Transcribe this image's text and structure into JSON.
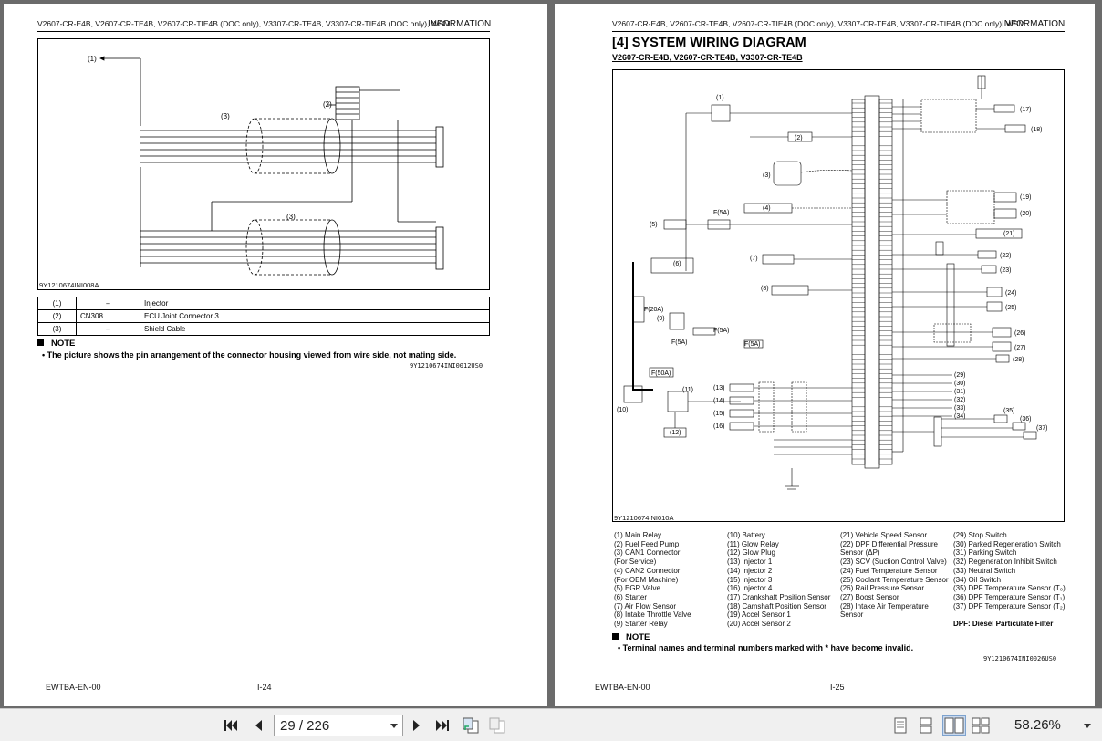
{
  "left_page": {
    "header": "V2607-CR-E4B, V2607-CR-TE4B, V2607-CR-TIE4B (DOC only), V3307-CR-TE4B, V3307-CR-TIE4B (DOC only), WSM",
    "section": "INFORMATION",
    "figure_code": "9Y1210674INI008A",
    "diagram_labels": {
      "l1": "(1)",
      "l2": "(2)",
      "l3a": "(3)",
      "l3b": "(3)"
    },
    "legend": [
      {
        "num": "(1)",
        "code": "–",
        "name": "Injector"
      },
      {
        "num": "(2)",
        "code": "CN308",
        "name": "ECU Joint Connector 3"
      },
      {
        "num": "(3)",
        "code": "–",
        "name": "Shield Cable"
      }
    ],
    "note_title": "NOTE",
    "note_text": "•  The picture shows the pin arrangement of the connector housing viewed from wire side, not mating side.",
    "ref_code": "9Y1210674INI0012US0",
    "footer_left": "EWTBA-EN-00",
    "footer_page": "I-24"
  },
  "right_page": {
    "header": "V2607-CR-E4B, V2607-CR-TE4B, V2607-CR-TIE4B (DOC only), V3307-CR-TE4B, V3307-CR-TIE4B (DOC only), WSM",
    "section": "INFORMATION",
    "title": "[4]  SYSTEM WIRING DIAGRAM",
    "subtitle": "V2607-CR-E4B, V2607-CR-TE4B, V3307-CR-TE4B",
    "figure_code": "9Y1210674INI010A",
    "parts_col1": [
      "(1)   Main Relay",
      "(2)   Fuel Feed Pump",
      "(3)   CAN1 Connector",
      "        (For Service)",
      "(4)   CAN2 Connector",
      "        (For OEM Machine)",
      "(5)   EGR Valve",
      "(6)   Starter",
      "(7)   Air Flow Sensor",
      "(8)   Intake Throttle Valve",
      "(9)   Starter Relay"
    ],
    "parts_col2": [
      "(10) Battery",
      "(11) Glow Relay",
      "(12) Glow Plug",
      "(13) Injector 1",
      "(14) Injector 2",
      "(15) Injector 3",
      "(16) Injector 4",
      "(17) Crankshaft Position Sensor",
      "(18) Camshaft Position Sensor",
      "(19) Accel Sensor 1",
      "(20) Accel Sensor 2"
    ],
    "parts_col3": [
      "(21) Vehicle Speed Sensor",
      "(22) DPF Differential Pressure",
      "        Sensor (ΔP)",
      "(23) SCV (Suction Control Valve)",
      "(24) Fuel Temperature Sensor",
      "(25) Coolant Temperature Sensor",
      "(26) Rail Pressure Sensor",
      "(27) Boost Sensor",
      "(28) Intake Air Temperature",
      "        Sensor"
    ],
    "parts_col4": [
      "(29) Stop Switch",
      "(30) Parked Regeneration Switch",
      "(31) Parking Switch",
      "(32) Regeneration Inhibit Switch",
      "(33) Neutral Switch",
      "(34) Oil Switch",
      "(35) DPF Temperature Sensor (T₀)",
      "(36) DPF Temperature Sensor (T₁)",
      "(37) DPF Temperature Sensor (T₂)"
    ],
    "dpf_note": "DPF: Diesel Particulate Filter",
    "note_title": "NOTE",
    "note_text": "•  Terminal names and terminal numbers marked with * have become invalid.",
    "ref_code": "9Y1210674INI0026US0",
    "footer_left": "EWTBA-EN-00",
    "footer_page": "I-25"
  },
  "toolbar": {
    "page_indicator": "29 / 226",
    "zoom": "58.26%"
  }
}
